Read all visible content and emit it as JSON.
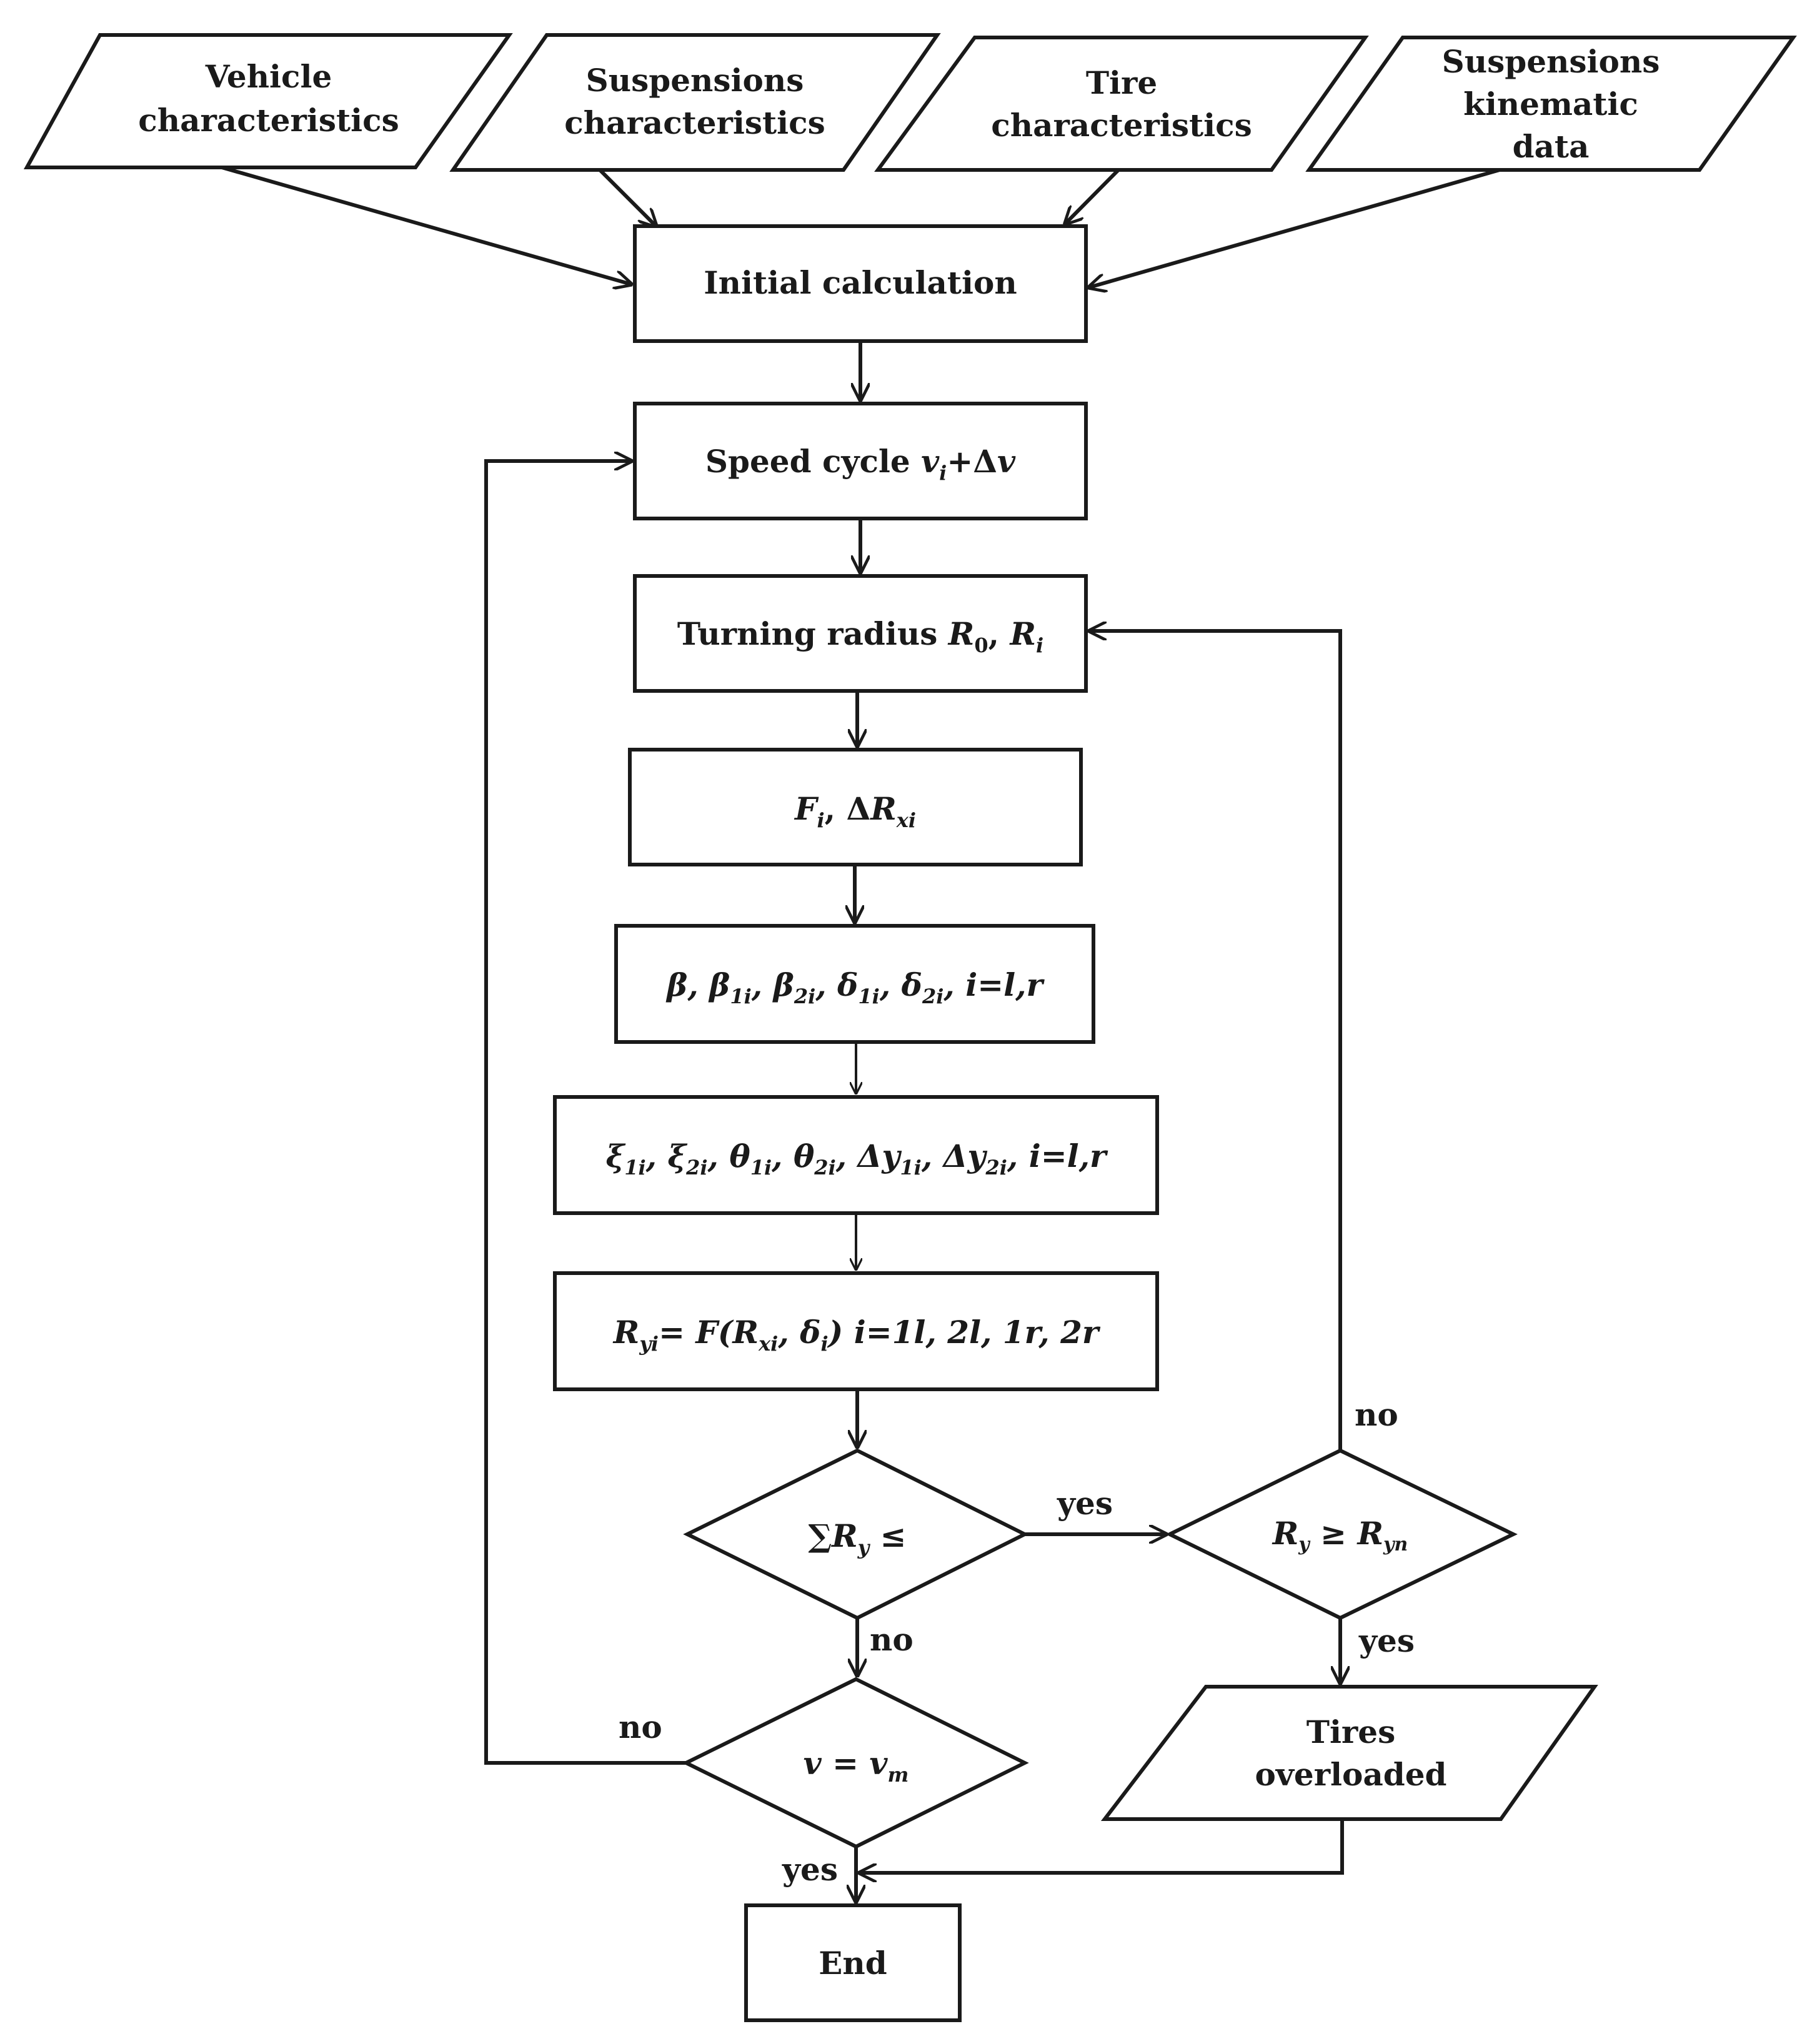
{
  "inputs": {
    "vehicle": [
      "Vehicle",
      "characteristics"
    ],
    "suspensions": [
      "Suspensions",
      "characteristics"
    ],
    "tire": [
      "Tire",
      "characteristics"
    ],
    "kinematic": [
      "Suspensions",
      "kinematic",
      "data"
    ]
  },
  "process": {
    "initial": "Initial calculation",
    "speed_cycle": {
      "text": "Speed cycle ",
      "v": "v",
      "i": "i",
      "plus": "+Δ",
      "v2": "v"
    },
    "turning": {
      "text": "Turning radius ",
      "R": "R",
      "sub0": "0",
      "comma": ", ",
      "R2": "R",
      "subi": "i"
    },
    "forces": {
      "F": "F",
      "subi": "i",
      "comma": ", Δ",
      "R": "R",
      "subxi": "xi"
    },
    "angles": {
      "b": "β, β",
      "s1": "1i",
      "b2": ", β",
      "s2": "2i",
      "d": ", δ",
      "s3": "1i",
      "d2": ", δ",
      "s4": "2i",
      "tail": ", i=l,r"
    },
    "kinematic": {
      "x": "ξ",
      "s1": "1i",
      "x2": ", ξ",
      "s2": "2i",
      "t": ", θ",
      "s3": "1i",
      "t2": ", θ",
      "s4": "2i",
      "y": ", Δy",
      "s5": "1i",
      "y2": ", Δy",
      "s6": "2i",
      "tail": ", i=l,r"
    },
    "lateral": {
      "R": "R",
      "sub": "yi",
      "mid": "= F(R",
      "sub2": "xi",
      "mid2": ", δ",
      "sub3": "i",
      "tail": ") i=1l, 2l, 1r, 2r"
    },
    "end": "End"
  },
  "decisions": {
    "sum": {
      "text": "∑R",
      "sub": "y",
      "tail": " ≤"
    },
    "ry": {
      "R": "R",
      "sub": "y",
      "mid": " ≥ R",
      "sub2": "yn"
    },
    "v": {
      "text": "v = v",
      "sub": "m"
    }
  },
  "outputs": {
    "tires": [
      "Tires",
      "overloaded"
    ]
  },
  "edge_labels": {
    "yes_right": "yes",
    "no_up": "no",
    "no_down": "no",
    "yes_down": "yes",
    "no_left": "no",
    "yes_end": "yes"
  }
}
